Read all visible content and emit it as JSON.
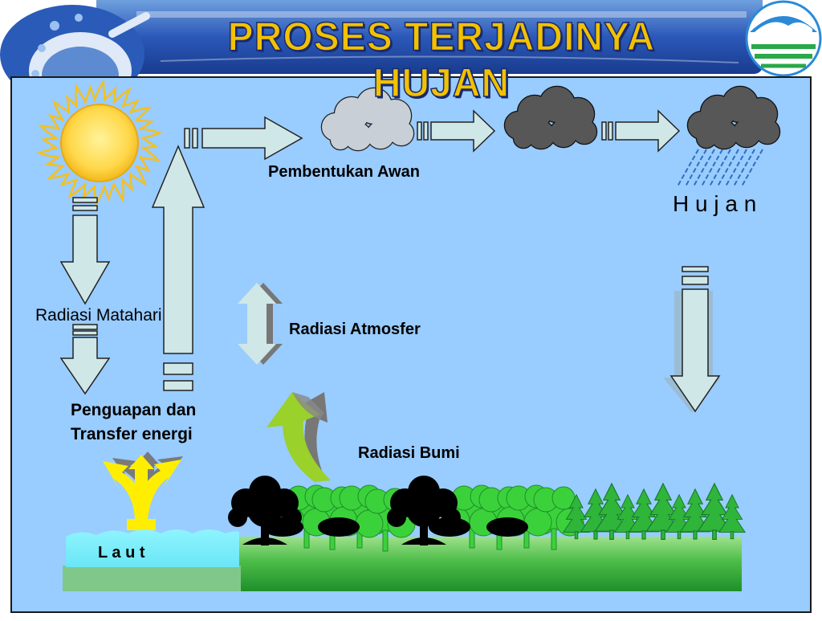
{
  "title": "PROSES TERJADINYA HUJAN",
  "labels": {
    "cloud_formation": "Pembentukan Awan",
    "rain": "H u j a n",
    "solar_radiation": "Radiasi Matahari",
    "atmospheric_radiation": "Radiasi Atmosfer",
    "evaporation_line1": "Penguapan dan",
    "evaporation_line2": "Transfer energi",
    "earth_radiation": "Radiasi Bumi",
    "sea": "L a u t"
  },
  "colors": {
    "sky": "#99ccff",
    "arrow_fill": "#cfe7e6",
    "title_fill": "#f2c100",
    "title_outline": "#1b2a6b",
    "sun": "#ffd84a",
    "cloud_light": "#c9cfd6",
    "cloud_dark": "#555555",
    "rain": "#2f6fc0",
    "earth_arrow": "#9ad12a",
    "evaporation_arrow": "#ffee00",
    "sea": "#7df0ff",
    "ground": "#2fa63a",
    "trees": "#3bd13b"
  }
}
